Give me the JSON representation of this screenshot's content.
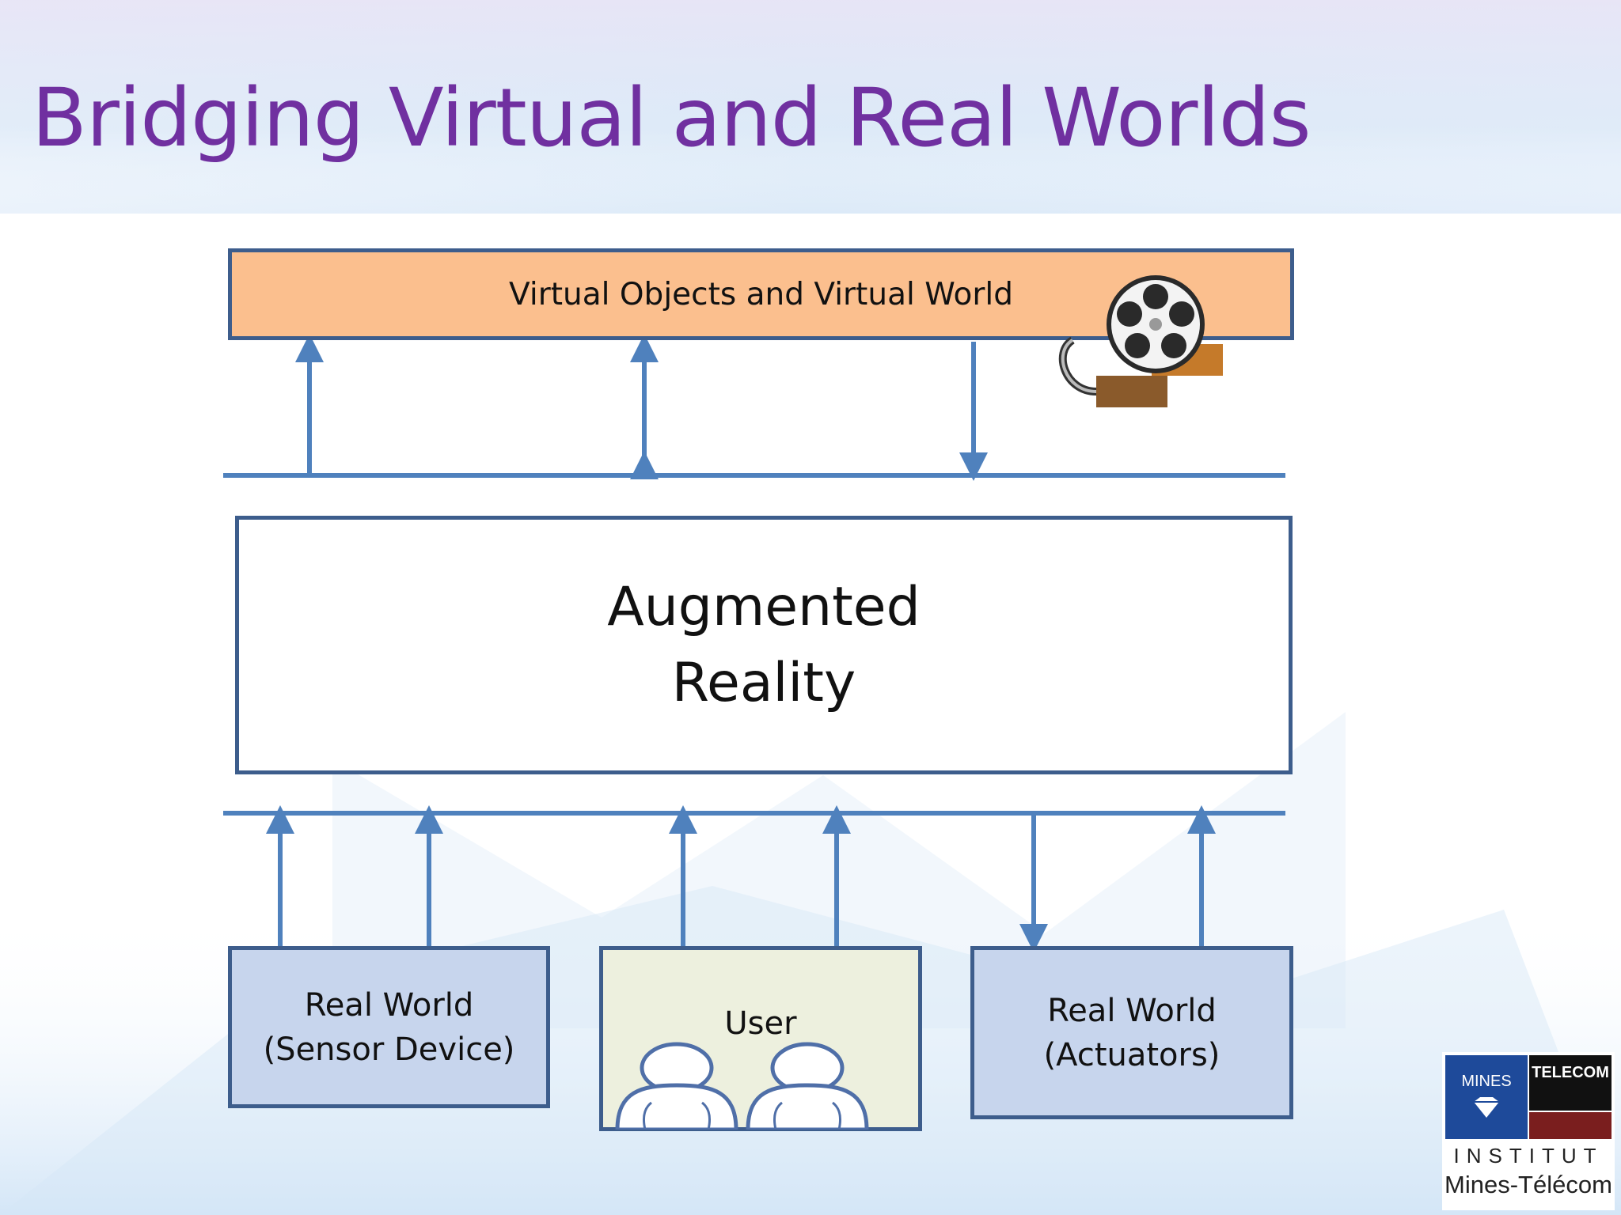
{
  "slide": {
    "title": "Bridging Virtual and Real Worlds"
  },
  "diagram": {
    "virtual_box": "Virtual Objects and Virtual World",
    "augmented_reality": [
      "Augmented",
      "Reality"
    ],
    "real_world_sensor": [
      "Real World",
      "(Sensor Device)"
    ],
    "user": "User",
    "real_world_actuators": [
      "Real World",
      "(Actuators)"
    ]
  },
  "logo": {
    "mines": "MINES",
    "telecom": "TELECOM",
    "institut": "INSTITUT",
    "name": "Mines-Télécom"
  },
  "colors": {
    "title": "#7030a0",
    "connector": "#4f81bd",
    "box_border": "#3d5d8c",
    "virtual_fill": "#fbbf8e",
    "real_world_fill": "#c7d5ed",
    "user_fill": "#edf0de"
  },
  "icons": [
    "film-reel-icon",
    "users-icon",
    "mines-telecom-logo"
  ]
}
